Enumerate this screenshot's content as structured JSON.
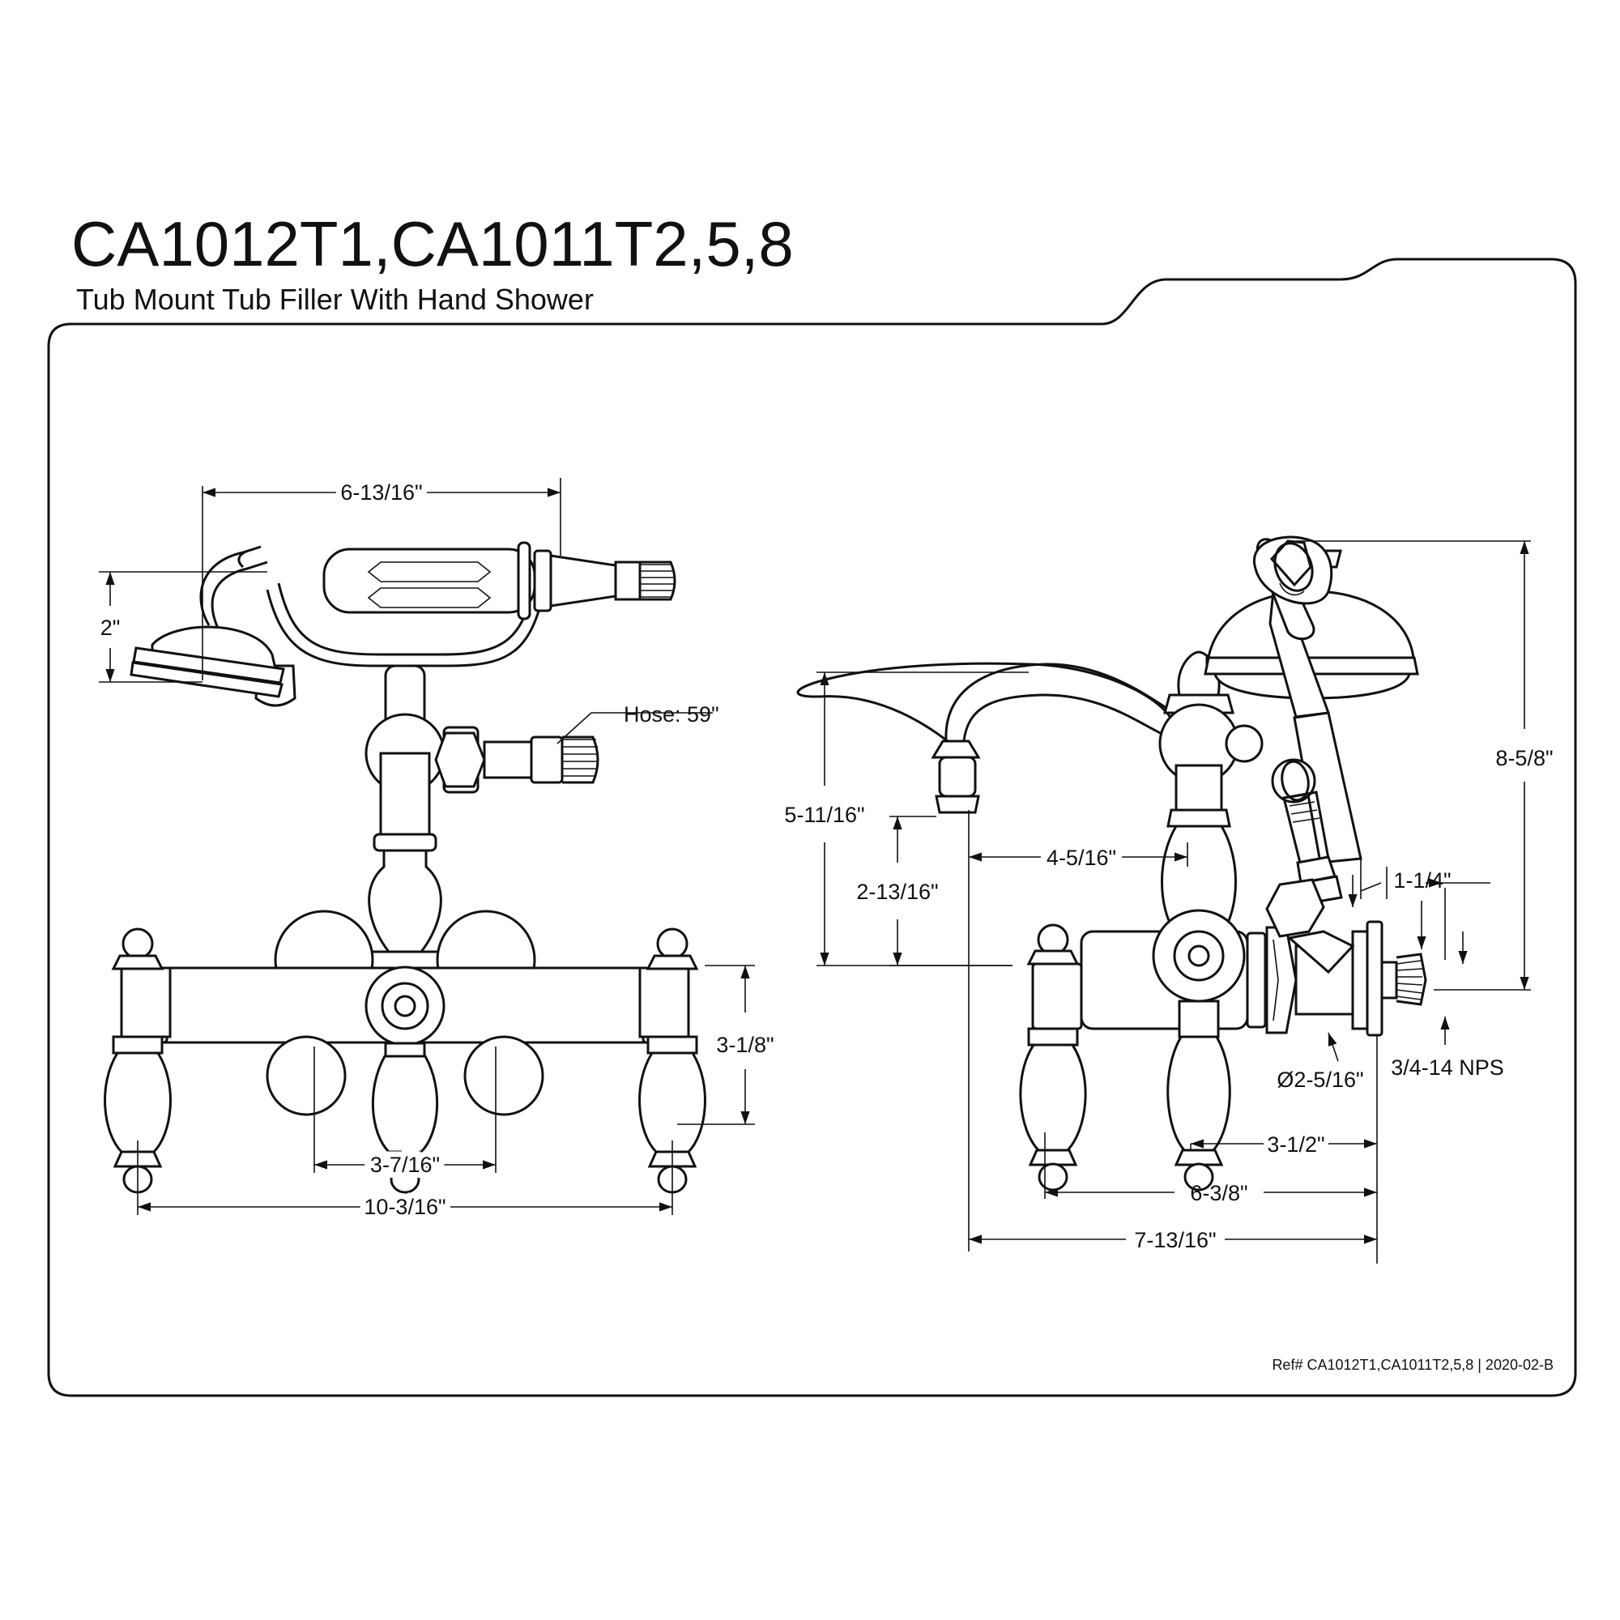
{
  "header": {
    "title": "CA1012T1,CA1011T2,5,8",
    "subtitle": "Tub Mount Tub Filler With Hand Shower"
  },
  "footer": {
    "reference": "Ref# CA1012T1,CA1011T2,5,8 | 2020-02-B"
  },
  "front_view": {
    "dim_shower_width": "6-13/16\"",
    "dim_shower_height": "2\"",
    "hose_label": "Hose: 59\"",
    "dim_handle_height": "3-1/8\"",
    "dim_center_spacing": "3-7/16\"",
    "dim_overall_width": "10-3/16\""
  },
  "side_view": {
    "dim_overall_height": "8-5/8\"",
    "dim_spout_height": "5-11/16\"",
    "dim_spout_clearance": "2-13/16\"",
    "dim_spout_reach": "4-5/16\"",
    "dim_nipple_length": "1-1/4\"",
    "dim_flange_diameter": "Ø2-5/16\"",
    "dim_thread": "3/4-14 NPS",
    "dim_handle_to_wall": "3-1/2\"",
    "dim_handle_span": "6-3/8\"",
    "dim_spout_to_wall": "7-13/16\""
  }
}
